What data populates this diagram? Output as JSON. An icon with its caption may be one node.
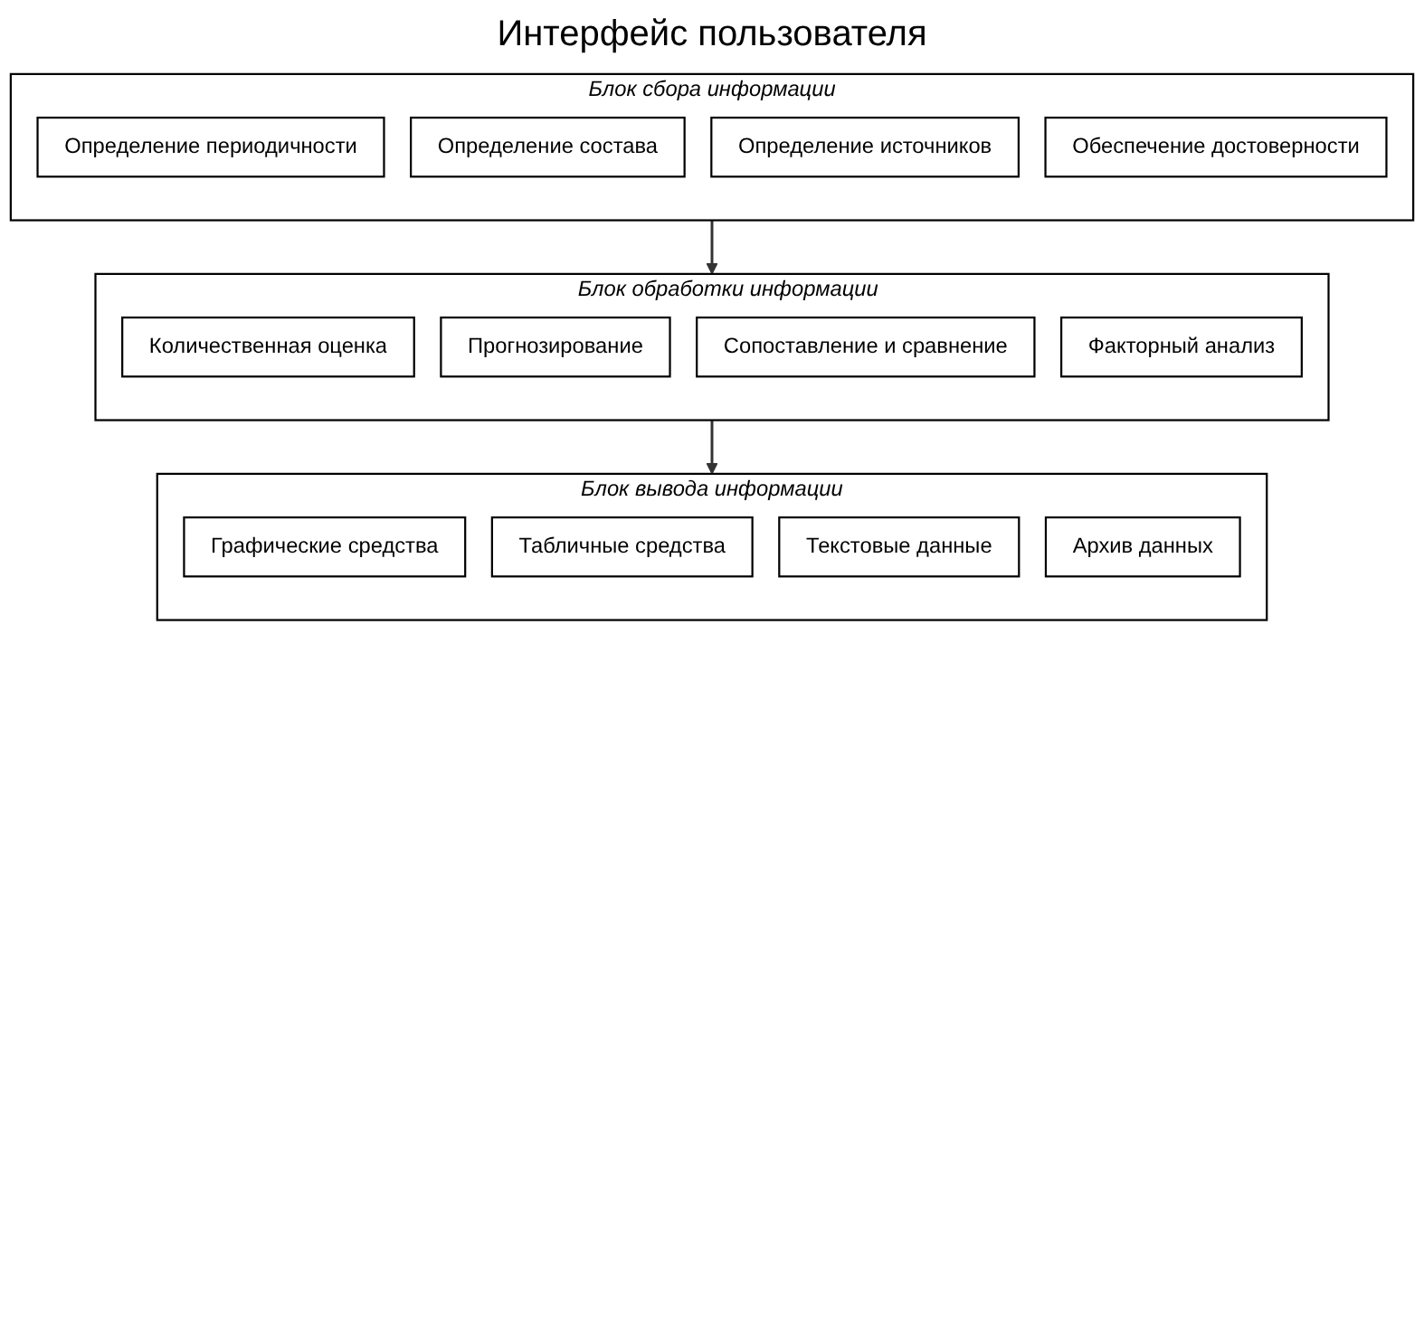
{
  "diagram": {
    "title": "Интерфейс пользователя",
    "nodes": [
      {
        "text": [
          "Блок сбора информации"
        ]
      },
      {
        "text": [
          "Определение периодичности"
        ],
        "in": 0
      },
      {
        "text": [
          "Определение состава"
        ],
        "in": 0
      },
      {
        "text": [
          "Определение источников"
        ],
        "in": 0
      },
      {
        "text": [
          "Обеспечение достоверности"
        ],
        "in": 0
      },
      {
        "text": [
          "Блок обработки информации"
        ]
      },
      {
        "text": [
          "Количественная оценка"
        ],
        "in": 5
      },
      {
        "text": [
          "Прогнозирование"
        ],
        "in": 5
      },
      {
        "text": [
          "Сопоставление и сравнение"
        ],
        "in": 5
      },
      {
        "text": [
          "Факторный анализ"
        ],
        "in": 5
      },
      {
        "text": [
          "Блок вывода информации"
        ]
      },
      {
        "text": [
          "Графические средства"
        ],
        "in": 10
      },
      {
        "text": [
          "Табличные средства"
        ],
        "in": 10
      },
      {
        "text": [
          "Текстовые данные"
        ],
        "in": 10
      },
      {
        "text": [
          "Архив данных"
        ],
        "in": 10
      }
    ],
    "edges": [
      {
        "from": 0,
        "to": 5,
        "arrow": "to"
      },
      {
        "from": 5,
        "to": 10,
        "arrow": "to"
      }
    ]
  }
}
